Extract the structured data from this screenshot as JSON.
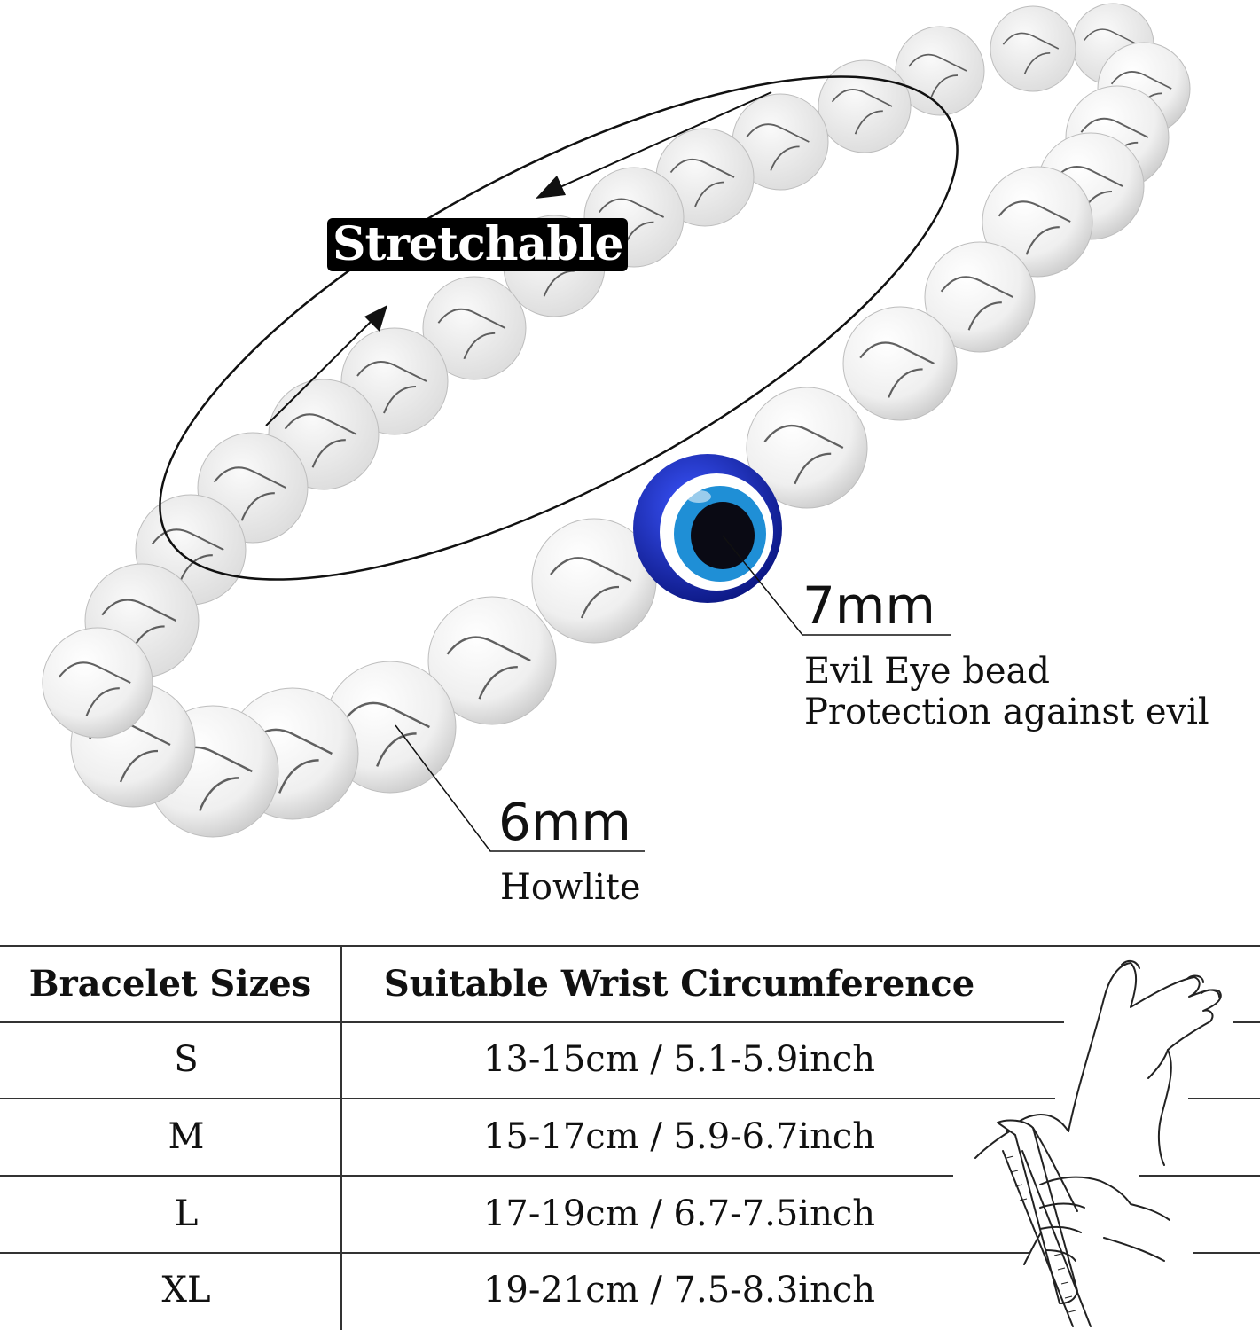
{
  "product": {
    "stretch_label": "Stretchable",
    "evil_eye": {
      "size": "7mm",
      "name": "Evil Eye bead",
      "meaning": "Protection against evil"
    },
    "howlite": {
      "size": "6mm",
      "name": "Howlite"
    },
    "colors": {
      "howlite_white": "#f4f4f4",
      "vein": "#3a3a3a",
      "evil_eye_blue": "#1a2fc2",
      "iris_blue": "#1f8fd6"
    }
  },
  "size_table": {
    "headers": [
      "Bracelet Sizes",
      "Suitable Wrist Circumference"
    ],
    "rows": [
      {
        "size": "S",
        "range": "13-15cm / 5.1-5.9inch"
      },
      {
        "size": "M",
        "range": "15-17cm / 5.9-6.7inch"
      },
      {
        "size": "L",
        "range": "17-19cm / 6.7-7.5inch"
      },
      {
        "size": "XL",
        "range": "19-21cm / 7.5-8.3inch"
      }
    ]
  }
}
